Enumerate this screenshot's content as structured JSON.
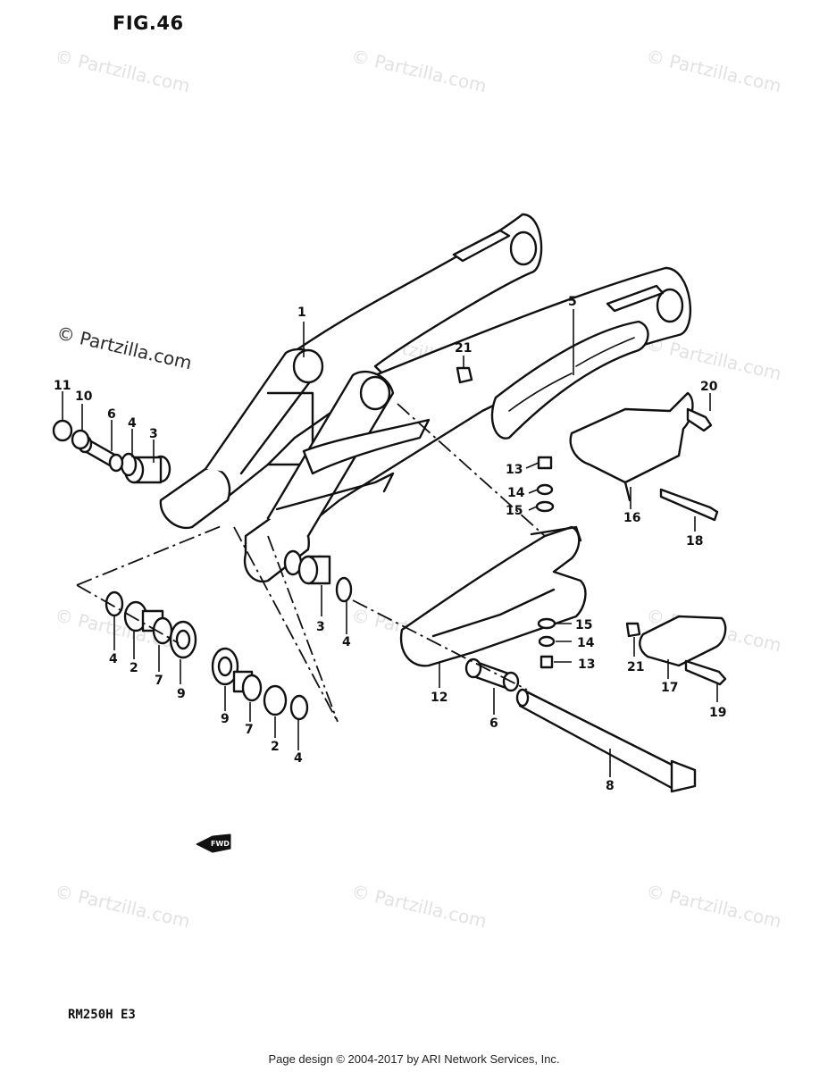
{
  "figure_label": "FIG.46",
  "model_code": "RM250H  E3",
  "footer_text": "Page design © 2004-2017 by ARI Network Services, Inc.",
  "watermark_text": "© Partzilla.com",
  "fwd_label": "FWD",
  "callouts": {
    "c1": "1",
    "c5": "5",
    "c21a": "21",
    "c21b": "21",
    "c11": "11",
    "c10": "10",
    "c6a": "6",
    "c4a": "4",
    "c3a": "3",
    "c20": "20",
    "c13a": "13",
    "c14a": "14",
    "c15a": "15",
    "c16": "16",
    "c18": "18",
    "c3b": "3",
    "c4b": "4",
    "c4c": "4",
    "c2a": "2",
    "c7a": "7",
    "c9a": "9",
    "c9b": "9",
    "c7b": "7",
    "c2b": "2",
    "c4d": "4",
    "c12": "12",
    "c6b": "6",
    "c8": "8",
    "c15b": "15",
    "c14b": "14",
    "c13b": "13",
    "c17": "17",
    "c19": "19"
  }
}
